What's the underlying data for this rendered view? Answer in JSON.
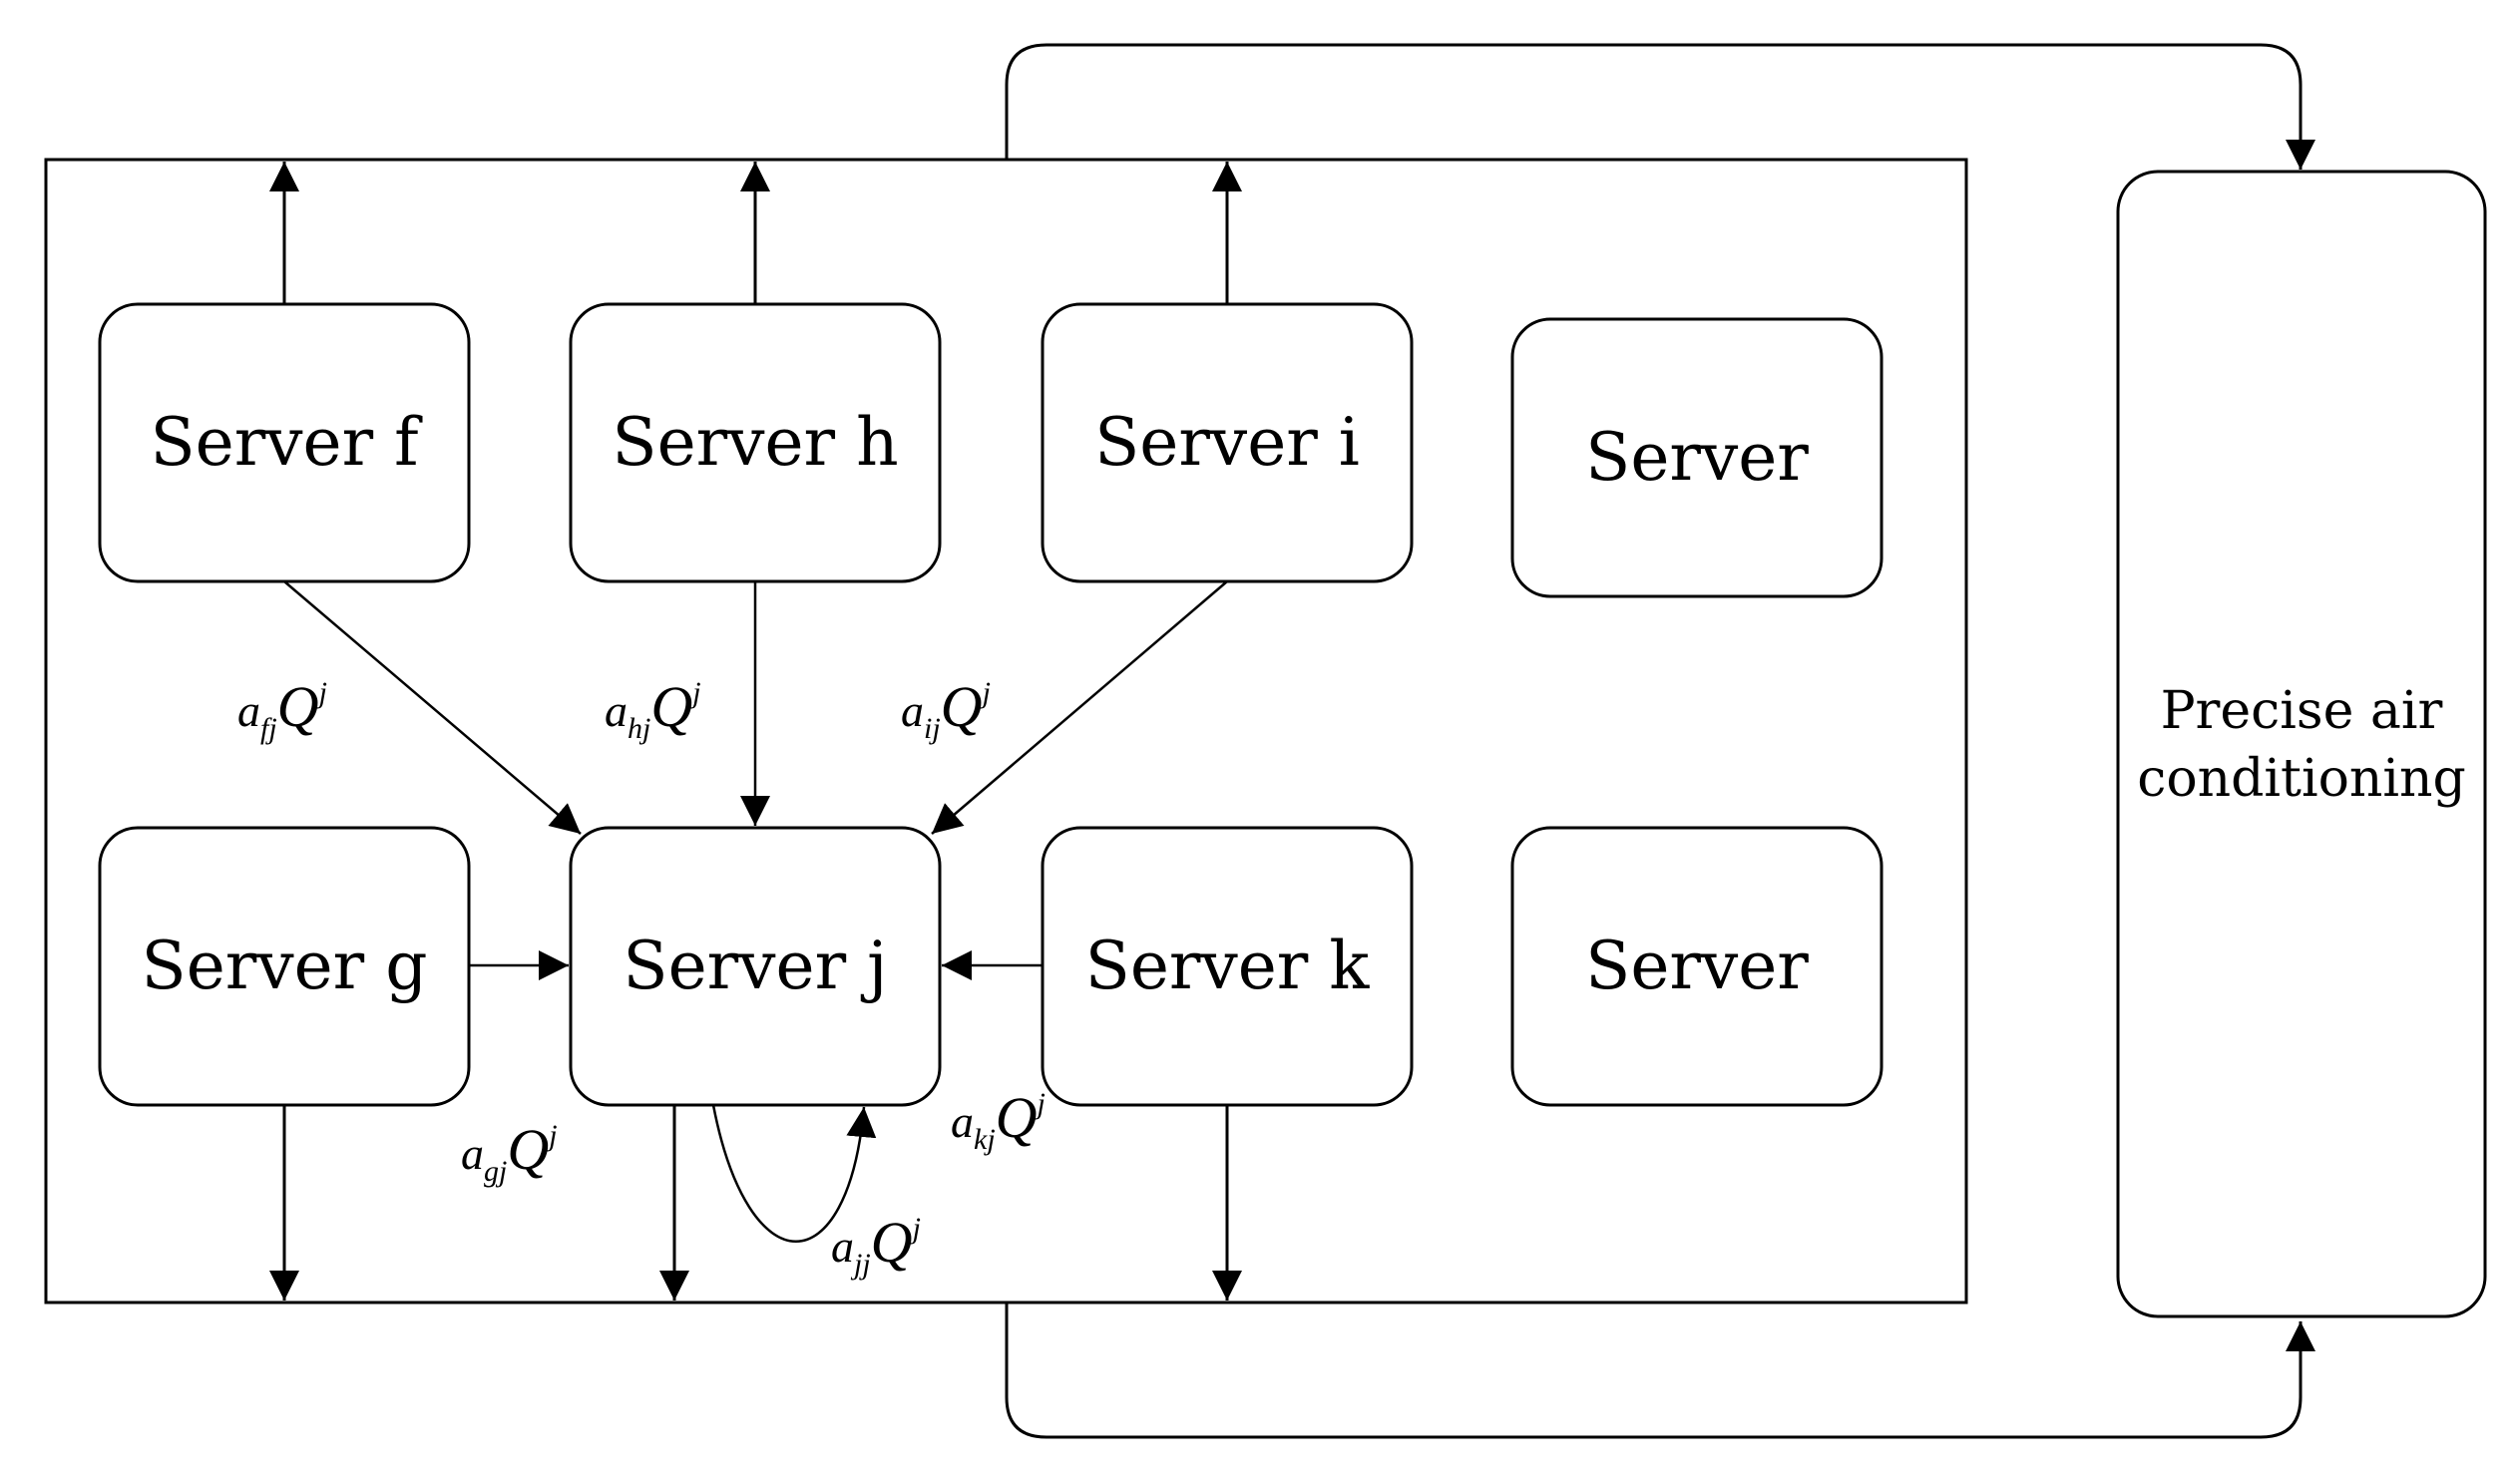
{
  "servers": {
    "f": "Server f",
    "h": "Server h",
    "i": "Server i",
    "top_right": "Server",
    "g": "Server g",
    "j": "Server j",
    "k": "Server k",
    "bottom_right": "Server"
  },
  "air_conditioner": {
    "line1": "Precise air",
    "line2": "conditioning"
  },
  "coefficients": {
    "fj": {
      "base": "a",
      "sub": "fj",
      "var": "Q",
      "sup": "j"
    },
    "hj": {
      "base": "a",
      "sub": "hj",
      "var": "Q",
      "sup": "j"
    },
    "ij": {
      "base": "a",
      "sub": "ij",
      "var": "Q",
      "sup": "j"
    },
    "gj": {
      "base": "a",
      "sub": "gj",
      "var": "Q",
      "sup": "j"
    },
    "kj": {
      "base": "a",
      "sub": "kj",
      "var": "Q",
      "sup": "j"
    },
    "jj": {
      "base": "a",
      "sub": "jj",
      "var": "Q",
      "sup": "j"
    }
  }
}
